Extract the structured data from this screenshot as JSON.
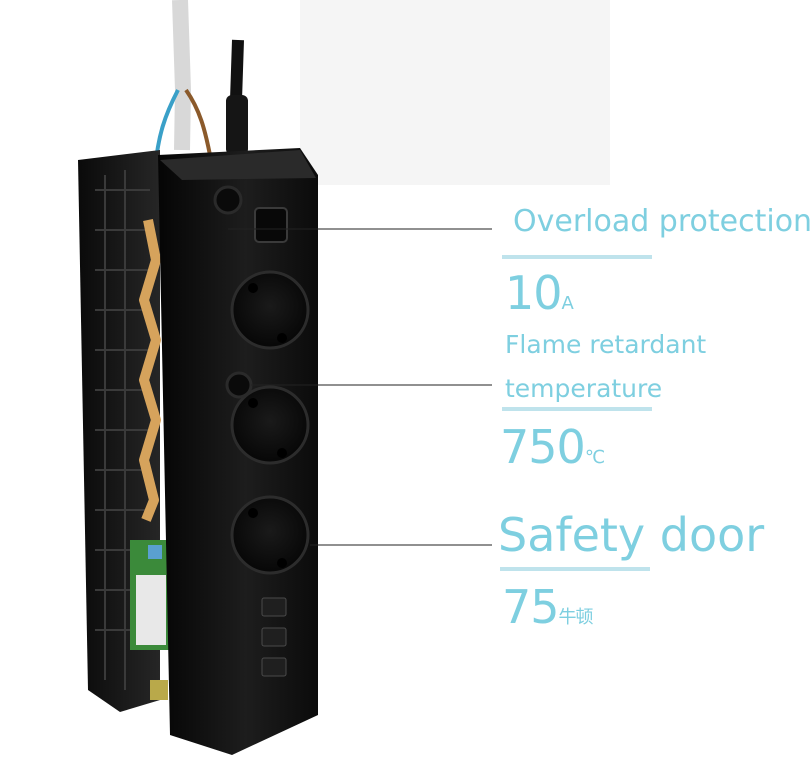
{
  "annotations": {
    "overload": {
      "title": "Overload protection",
      "value": "10",
      "unit": "A"
    },
    "flame": {
      "title_line1": "Flame retardant",
      "title_line2": "temperature",
      "value": "750",
      "unit": "℃"
    },
    "safety": {
      "title": "Safety door",
      "value": "75",
      "unit": "牛顿"
    }
  },
  "colors": {
    "text_accent": "#7ecfe0",
    "rule": "#bfe3ec",
    "device_body": "#111111",
    "background": "#ffffff"
  },
  "device": {
    "outlets": 3,
    "usb_ports": 3
  }
}
